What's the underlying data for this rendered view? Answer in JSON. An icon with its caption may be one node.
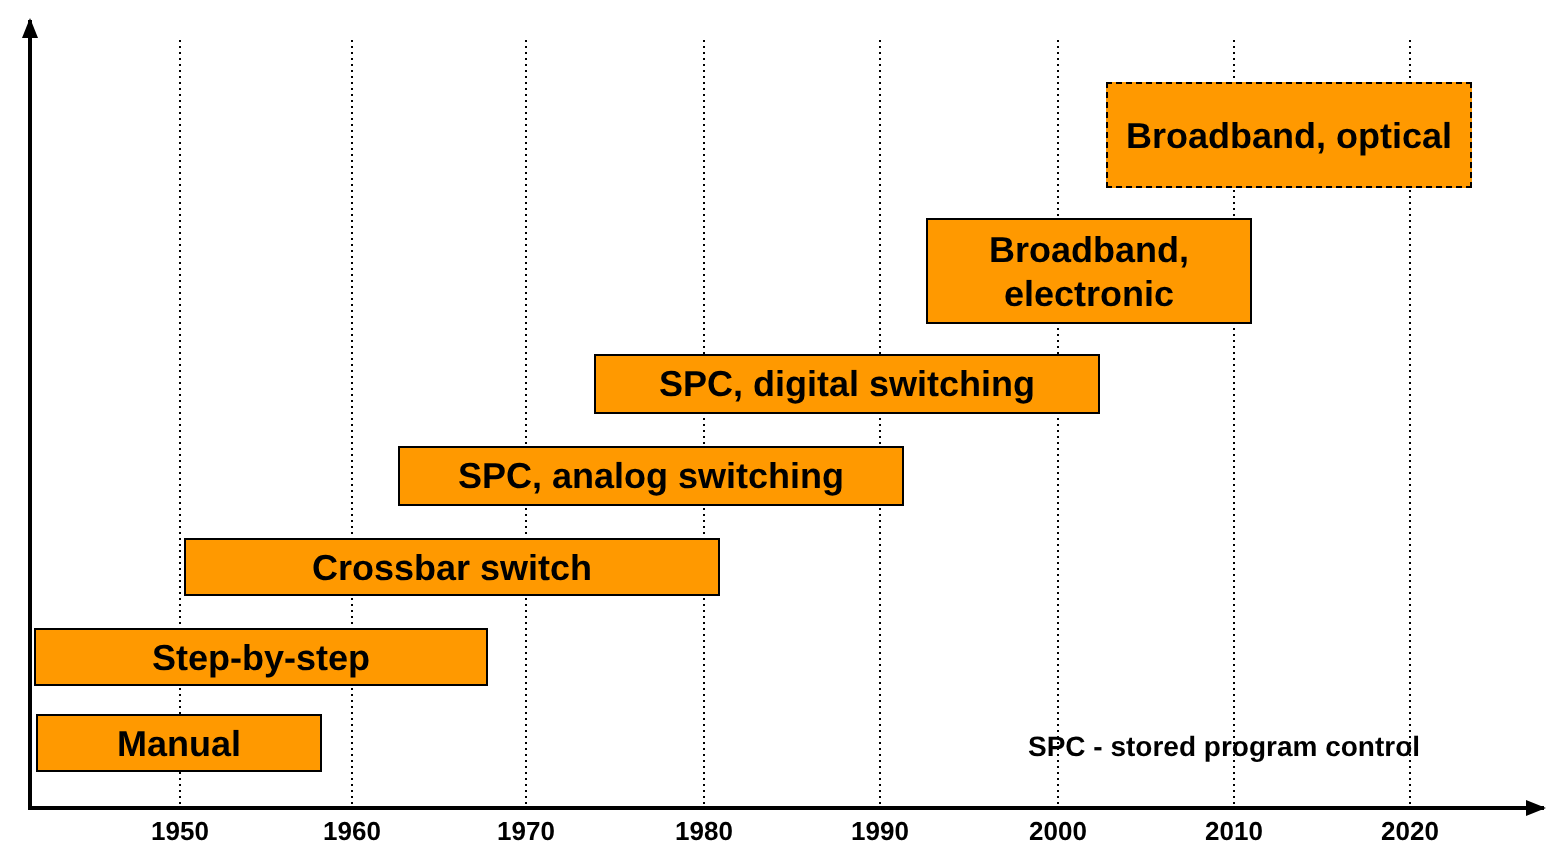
{
  "diagram": {
    "nodes": [
      {
        "text": [
          "Manual"
        ]
      },
      {
        "text": [
          "Step-by-step"
        ]
      },
      {
        "text": [
          "Crossbar switch"
        ]
      },
      {
        "text": [
          "SPC, analog switching"
        ]
      },
      {
        "text": [
          "SPC, digital switching"
        ]
      },
      {
        "text": [
          "Broadband, electronic"
        ]
      },
      {
        "text": [
          "Broadband, optical"
        ]
      }
    ],
    "labels": [
      "SPC - stored program control",
      "1950",
      "1960",
      "1970",
      "1980",
      "1990",
      "2000",
      "2010",
      "2020"
    ]
  }
}
